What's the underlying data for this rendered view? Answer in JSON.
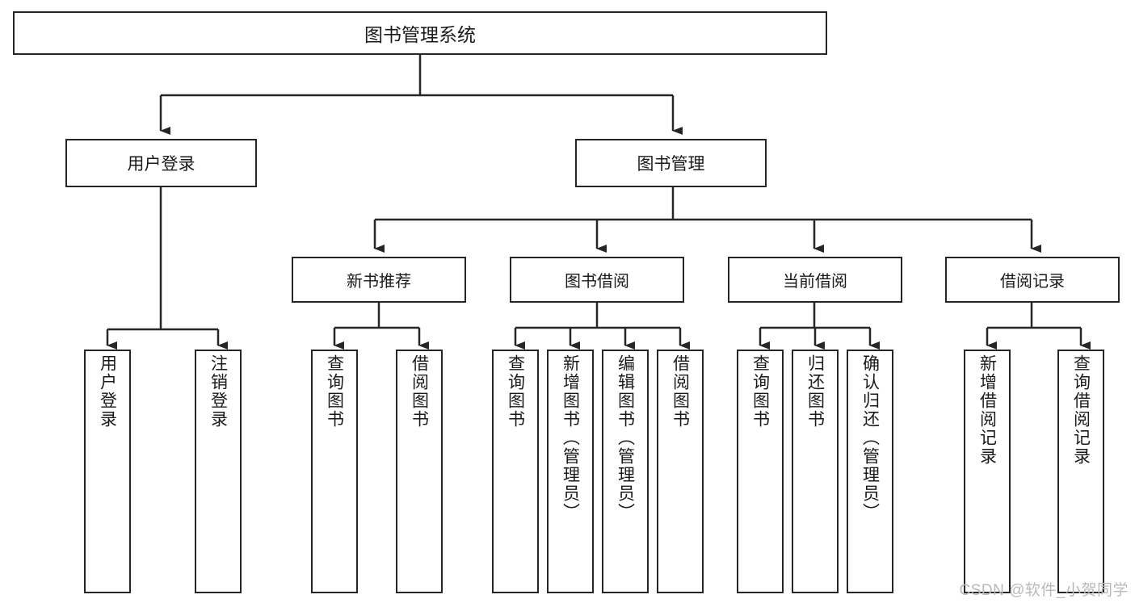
{
  "diagram": {
    "title": "图书管理系统",
    "type": "tree",
    "watermark": "CSDN @软件_小贺同学",
    "colors": {
      "border": "#262626",
      "background": "#ffffff",
      "text": "#1a1a1a",
      "connector": "#262626",
      "watermark": "#b9b9b9"
    },
    "nodes": {
      "root": {
        "label": "图书管理系统"
      },
      "level2": [
        {
          "id": "user-login",
          "label": "用户登录"
        },
        {
          "id": "book-management",
          "label": "图书管理"
        }
      ],
      "level3": [
        {
          "id": "new-book-recommend",
          "label": "新书推荐"
        },
        {
          "id": "book-borrow",
          "label": "图书借阅"
        },
        {
          "id": "current-borrow",
          "label": "当前借阅"
        },
        {
          "id": "borrow-record",
          "label": "借阅记录"
        }
      ],
      "leaves": {
        "user_login": [
          {
            "id": "leaf-user-login",
            "label": "用户登录"
          },
          {
            "id": "leaf-logout-login",
            "label": "注销登录"
          }
        ],
        "new_book_recommend": [
          {
            "id": "leaf-query-book-1",
            "label": "查询图书"
          },
          {
            "id": "leaf-borrow-book-1",
            "label": "借阅图书"
          }
        ],
        "book_borrow": [
          {
            "id": "leaf-query-book-2",
            "label": "查询图书"
          },
          {
            "id": "leaf-add-book",
            "label": "新增图书（管理员）"
          },
          {
            "id": "leaf-edit-book",
            "label": "编辑图书（管理员）"
          },
          {
            "id": "leaf-borrow-book-2",
            "label": "借阅图书"
          }
        ],
        "current_borrow": [
          {
            "id": "leaf-query-book-3",
            "label": "查询图书"
          },
          {
            "id": "leaf-return-book",
            "label": "归还图书"
          },
          {
            "id": "leaf-confirm-return",
            "label": "确认归还（管理员）"
          }
        ],
        "borrow_record": [
          {
            "id": "leaf-add-record",
            "label": "新增借阅记录"
          },
          {
            "id": "leaf-query-record",
            "label": "查询借阅记录"
          }
        ]
      }
    }
  }
}
